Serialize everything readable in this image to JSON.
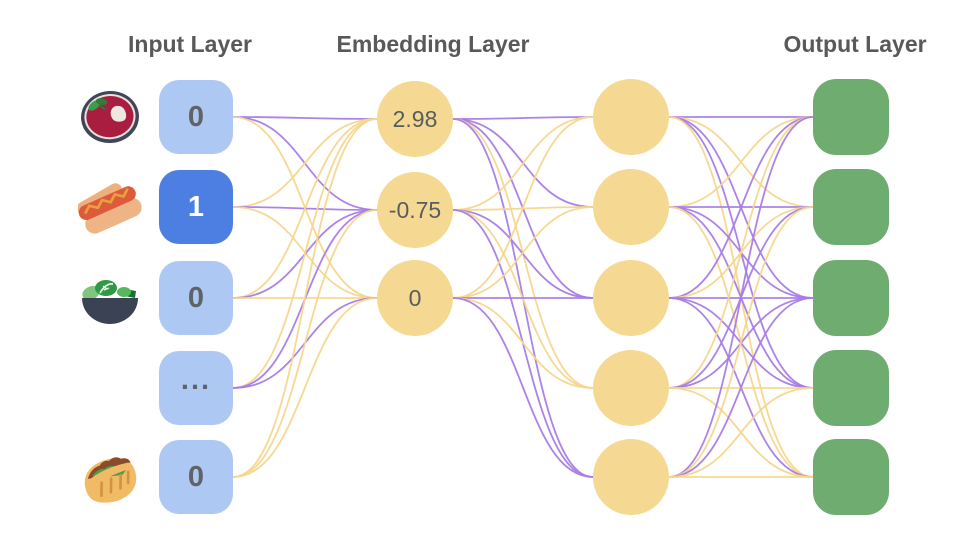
{
  "headers": {
    "input": "Input Layer",
    "embedding": "Embedding Layer",
    "output": "Output Layer"
  },
  "input_layer": {
    "nodes": [
      {
        "icon": "soup-icon",
        "value": "0",
        "active": false
      },
      {
        "icon": "hotdog-icon",
        "value": "1",
        "active": true
      },
      {
        "icon": "salad-icon",
        "value": "0",
        "active": false
      },
      {
        "icon": null,
        "value": "...",
        "active": false
      },
      {
        "icon": "pita-icon",
        "value": "0",
        "active": false
      }
    ]
  },
  "embedding_layer": {
    "values": [
      "2.98",
      "-0.75",
      "0"
    ]
  },
  "hidden_layer": {
    "node_count": 5
  },
  "output_layer": {
    "node_count": 5
  },
  "palette": {
    "background": "#ffffff",
    "input_node_inactive": "#adc8f2",
    "input_node_active": "#4d7fe3",
    "input_text_inactive": "#5f6368",
    "input_text_active": "#ffffff",
    "embedding_node": "#f5d993",
    "embedding_text": "#595c5f",
    "hidden_node": "#f5d993",
    "output_node": "#6fac70",
    "edge_purple": "#a87ce6",
    "edge_yellow": "#f6d68c",
    "header_text": "#595959"
  },
  "connections": {
    "input_to_embedding": [
      [
        "p",
        "p",
        "y"
      ],
      [
        "y",
        "p",
        "y"
      ],
      [
        "y",
        "p",
        "y"
      ],
      [
        "y",
        "p",
        "p"
      ],
      [
        "y",
        "y",
        "y"
      ]
    ],
    "embedding_to_hidden": [
      [
        "p",
        "p",
        "p",
        "y",
        "p"
      ],
      [
        "y",
        "y",
        "p",
        "y",
        "p"
      ],
      [
        "y",
        "y",
        "p",
        "y",
        "p"
      ]
    ],
    "hidden_to_output": [
      [
        "p",
        "y",
        "p",
        "p",
        "y"
      ],
      [
        "y",
        "p",
        "p",
        "p",
        "y"
      ],
      [
        "p",
        "y",
        "p",
        "p",
        "p"
      ],
      [
        "y",
        "p",
        "p",
        "y",
        "y"
      ],
      [
        "p",
        "y",
        "p",
        "y",
        "y"
      ]
    ]
  }
}
